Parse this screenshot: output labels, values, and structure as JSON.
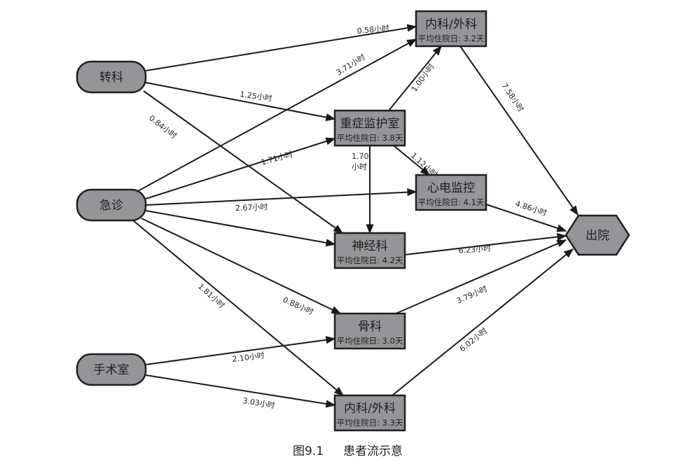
{
  "caption": {
    "figure_no": "图9.1",
    "title": "患者流示意"
  },
  "nodes": [
    {
      "id": "transfer",
      "label": "转科",
      "shape": "pill"
    },
    {
      "id": "emergency",
      "label": "急诊",
      "shape": "pill"
    },
    {
      "id": "operating",
      "label": "手术室",
      "shape": "pill"
    },
    {
      "id": "medsurg_top",
      "label": "内科/外科",
      "sub": "平均住院日: 3.2天",
      "shape": "box"
    },
    {
      "id": "icu",
      "label": "重症监护室",
      "sub": "平均住院日: 3.8天",
      "shape": "box"
    },
    {
      "id": "cardiac",
      "label": "心电监控",
      "sub": "平均住院日: 4.1天",
      "shape": "box"
    },
    {
      "id": "neuro",
      "label": "神经科",
      "sub": "平均住院日: 4.2天",
      "shape": "box"
    },
    {
      "id": "ortho",
      "label": "骨科",
      "sub": "平均住院日: 3.0天",
      "shape": "box"
    },
    {
      "id": "medsurg_bottom",
      "label": "内科/外科",
      "sub": "平均住院日: 3.3天",
      "shape": "box"
    },
    {
      "id": "discharge",
      "label": "出院",
      "shape": "hexagon"
    }
  ],
  "edges": [
    {
      "from": "transfer",
      "to": "medsurg_top",
      "label": "0.58小时"
    },
    {
      "from": "transfer",
      "to": "icu",
      "label": "1.25小时"
    },
    {
      "from": "transfer",
      "to": "neuro",
      "label": "0.84小时"
    },
    {
      "from": "emergency",
      "to": "medsurg_top",
      "label": "3.71小时"
    },
    {
      "from": "emergency",
      "to": "icu",
      "label": "1.71小时"
    },
    {
      "from": "emergency",
      "to": "cardiac",
      "label": "2.67小时"
    },
    {
      "from": "emergency",
      "to": "neuro",
      "label": ""
    },
    {
      "from": "emergency",
      "to": "ortho",
      "label": "0.88小时"
    },
    {
      "from": "emergency",
      "to": "medsurg_bottom",
      "label": "1.81小时"
    },
    {
      "from": "operating",
      "to": "ortho",
      "label": "2.10小时"
    },
    {
      "from": "operating",
      "to": "medsurg_bottom",
      "label": "3.03小时"
    },
    {
      "from": "icu",
      "to": "medsurg_top",
      "label": "1.00小时"
    },
    {
      "from": "icu",
      "to": "cardiac",
      "label": "1.12小时"
    },
    {
      "from": "icu",
      "to": "neuro",
      "label": "1.70 小时"
    },
    {
      "from": "medsurg_top",
      "to": "discharge",
      "label": "7.58小时"
    },
    {
      "from": "cardiac",
      "to": "discharge",
      "label": "4.86小时"
    },
    {
      "from": "neuro",
      "to": "discharge",
      "label": "6.23小时"
    },
    {
      "from": "ortho",
      "to": "discharge",
      "label": "3.79小时"
    },
    {
      "from": "medsurg_bottom",
      "to": "discharge",
      "label": "6.02小时"
    }
  ]
}
